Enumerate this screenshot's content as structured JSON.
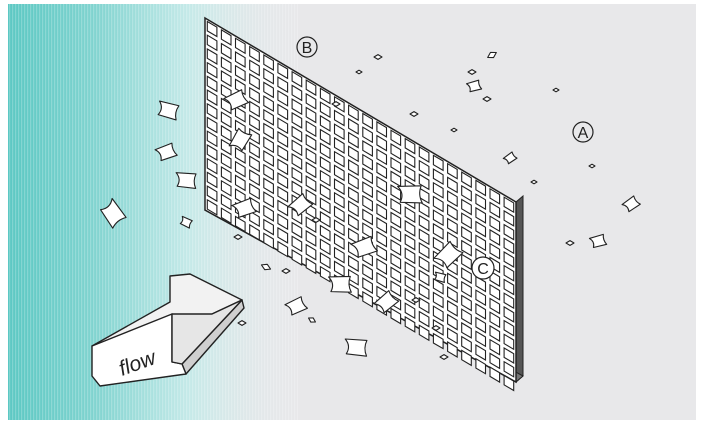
{
  "diagram": {
    "arrow_label": "flow",
    "labels": {
      "a": "A",
      "b": "B",
      "c": "C"
    }
  },
  "colors": {
    "background": "#e8e8ea",
    "gradient_teal": "#5cc8c3",
    "line": "#222222",
    "fill": "#ffffff"
  },
  "icons": [
    "flow-arrow-icon"
  ]
}
